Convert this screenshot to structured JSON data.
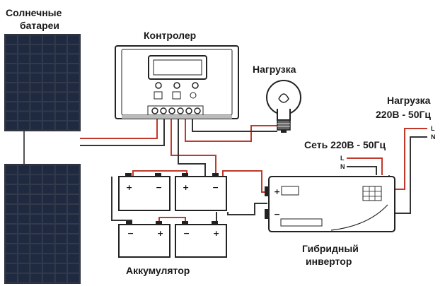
{
  "labels": {
    "solar_panels_line1": "Солнечные",
    "solar_panels_line2": "батареи",
    "controller": "Контролер",
    "load_top": "Нагрузка",
    "load_right_line1": "Нагрузка",
    "load_right_line2": "220В - 50Гц",
    "grid": "Сеть 220В - 50Гц",
    "battery": "Аккумулятор",
    "inverter_line1": "Гибридный",
    "inverter_line2": "инвертор"
  },
  "terminals": {
    "L": "L",
    "N": "N",
    "plus": "+",
    "minus": "−"
  },
  "colors": {
    "panel_cell": "#1f2940",
    "panel_frame": "#2c3038",
    "wire_red": "#c0392b",
    "wire_dark": "#333333",
    "outline": "#222222"
  },
  "icons": [
    "solar-panel-icon",
    "charge-controller-icon",
    "light-bulb-icon",
    "battery-icon",
    "inverter-icon"
  ]
}
